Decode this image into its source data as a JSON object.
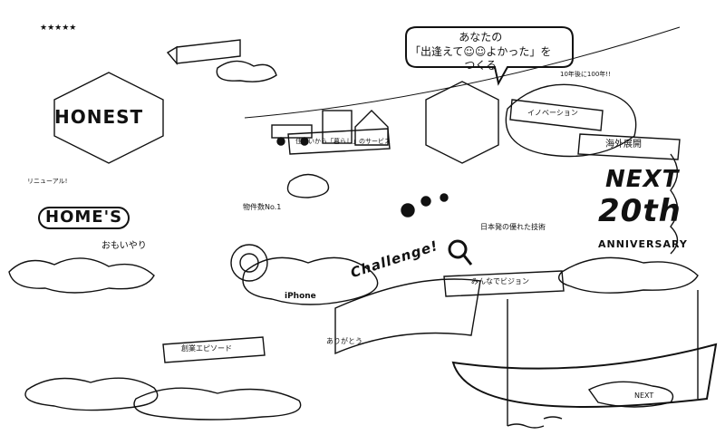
{
  "title": {
    "line1": "あなたの",
    "line2": "「出逢えて☺☺よかった」を",
    "line3": "つくる"
  },
  "anniversary": {
    "next": "NEXT",
    "number": "20th",
    "word": "ANNIVERSARY"
  },
  "banners": {
    "overseas": "海外展開",
    "innovation": "イノベーション",
    "vision": "みんなでビジョン",
    "living": "住まいから「暮らし」のサービス",
    "founding": "創業エピソード",
    "boat": "NEXT"
  },
  "logos": {
    "honest": "HONEST",
    "homes": "HOME'S",
    "iphone": "iPhone",
    "challenge": "Challenge!"
  },
  "bubbles": {
    "tech": "日本発の優れた技術",
    "omoiyari": "おもいやり",
    "listings": "物件数No.1",
    "ten_years": "10年後に100年!!",
    "renewal": "リニューアル!",
    "thanks": "ありがとう",
    "stars": "★★★★★"
  },
  "colors": {
    "ink": "#111111",
    "paper": "#ffffff"
  }
}
